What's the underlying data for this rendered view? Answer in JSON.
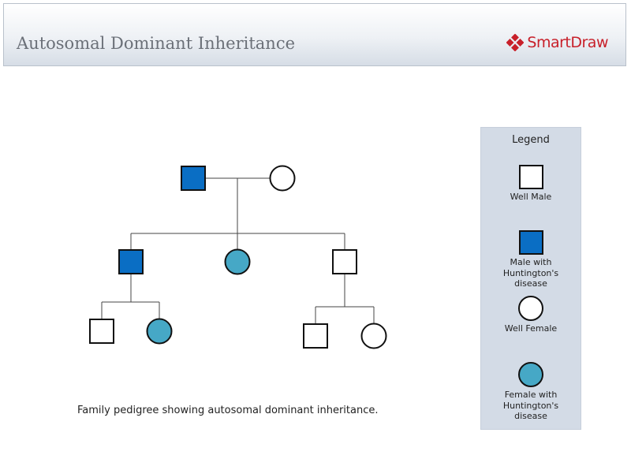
{
  "header": {
    "title": "Autosomal Dominant Inheritance",
    "logo_text": "SmartDraw",
    "logo_icon": "smartdraw-diamond-icon",
    "logo_color": "#c8202a"
  },
  "colors": {
    "affected_male": "#0a6ec4",
    "affected_female": "#46a8c6",
    "well": "#ffffff",
    "outline": "#111111",
    "legend_bg": "#d3dbe6"
  },
  "caption": "Family pedigree showing autosomal dominant inheritance.",
  "legend": {
    "title": "Legend",
    "items": [
      {
        "shape": "square",
        "affected": false,
        "label": "Well Male"
      },
      {
        "shape": "square",
        "affected": true,
        "label": "Male with\nHuntington's\ndisease"
      },
      {
        "shape": "circle",
        "affected": false,
        "label": "Well Female"
      },
      {
        "shape": "circle",
        "affected": true,
        "label": "Female with\nHuntington's\ndisease"
      }
    ]
  },
  "pedigree": {
    "generations": [
      {
        "generation": 1,
        "members": [
          {
            "id": "g1-father",
            "sex": "male",
            "affected": true
          },
          {
            "id": "g1-mother",
            "sex": "female",
            "affected": false
          }
        ]
      },
      {
        "generation": 2,
        "members": [
          {
            "id": "g2-son-1",
            "sex": "male",
            "affected": true
          },
          {
            "id": "g2-daughter",
            "sex": "female",
            "affected": true
          },
          {
            "id": "g2-son-2",
            "sex": "male",
            "affected": false
          }
        ]
      },
      {
        "generation": 3,
        "members": [
          {
            "id": "g3-grandson-1",
            "sex": "male",
            "affected": false,
            "parent": "g2-son-1"
          },
          {
            "id": "g3-granddaughter-1",
            "sex": "female",
            "affected": true,
            "parent": "g2-son-1"
          },
          {
            "id": "g3-grandson-2",
            "sex": "male",
            "affected": false,
            "parent": "g2-son-2"
          },
          {
            "id": "g3-granddaughter-2",
            "sex": "female",
            "affected": false,
            "parent": "g2-son-2"
          }
        ]
      }
    ]
  }
}
